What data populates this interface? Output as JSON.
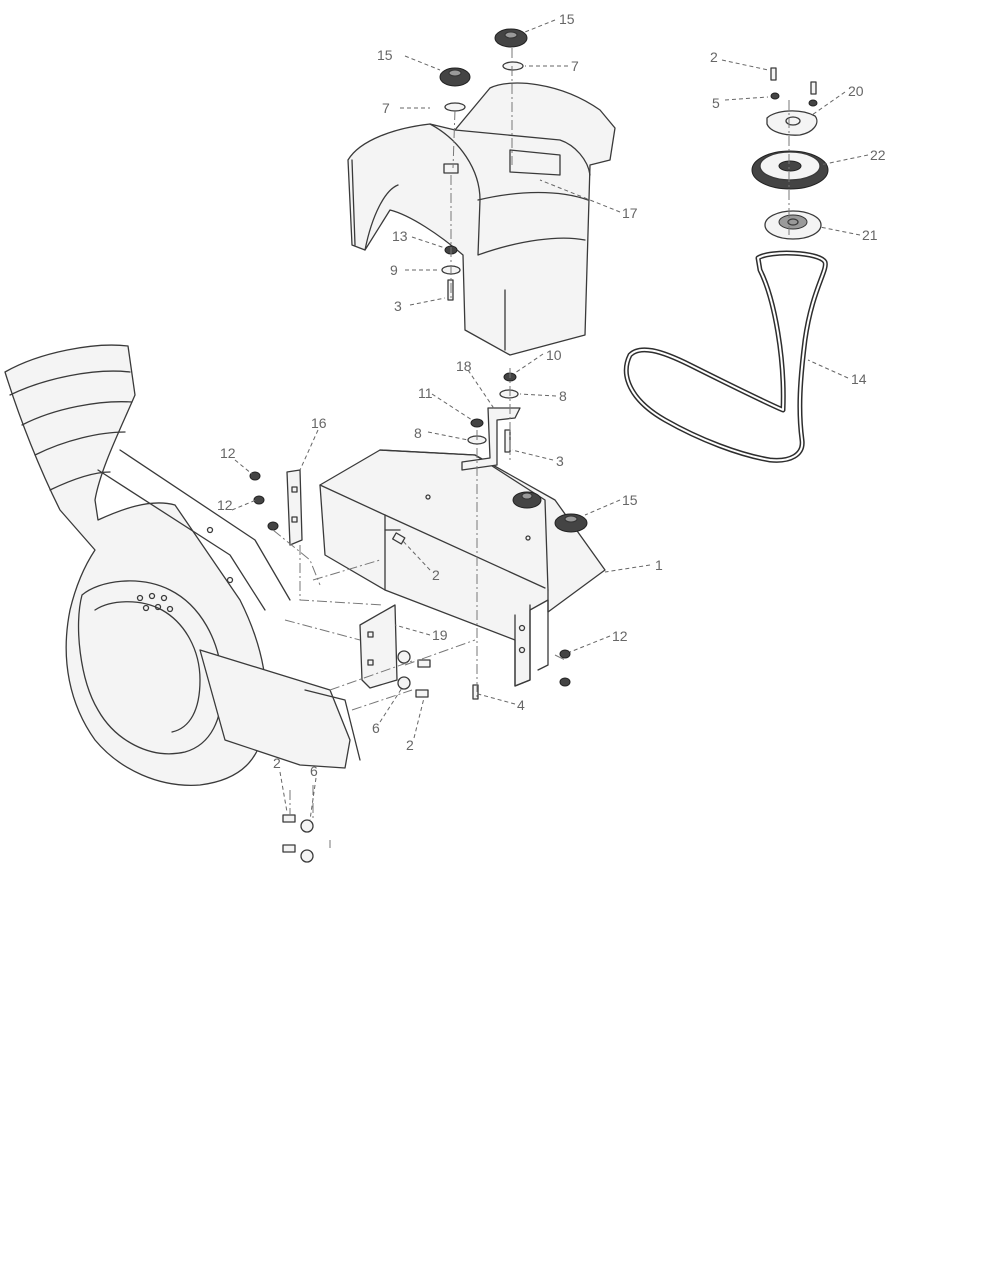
{
  "callouts": {
    "c15_top": "15",
    "c7_top": "7",
    "c15_left": "15",
    "c7_left": "7",
    "c17": "17",
    "c13": "13",
    "c9": "9",
    "c3_top": "3",
    "c2_pulley": "2",
    "c5": "5",
    "c20": "20",
    "c22": "22",
    "c21": "21",
    "c14": "14",
    "c18": "18",
    "c10": "10",
    "c11": "11",
    "c8_a": "8",
    "c8_b": "8",
    "c3_mid": "3",
    "c16": "16",
    "c12_a": "12",
    "c12_b": "12",
    "c15_mid": "15",
    "c1": "1",
    "c2_mid": "2",
    "c19": "19",
    "c12_c": "12",
    "c4": "4",
    "c6_a": "6",
    "c2_low": "2",
    "c2_bottom": "2",
    "c6_bottom": "6"
  }
}
